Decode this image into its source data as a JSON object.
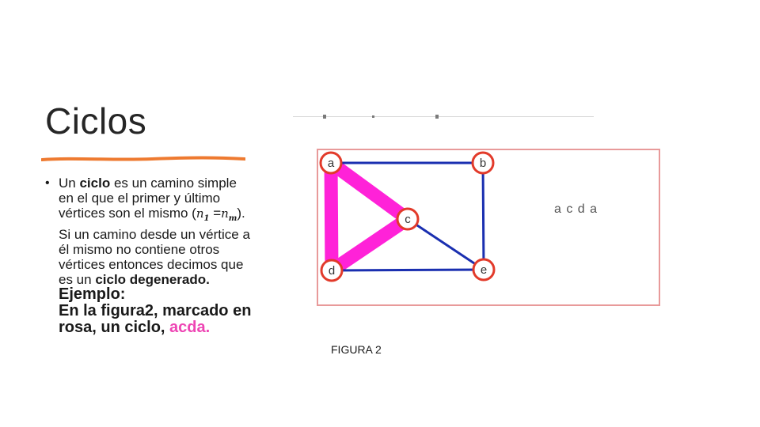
{
  "slide": {
    "title": "Ciclos",
    "accent_color": "#ee7a30",
    "bullet": {
      "p1": "Un ",
      "b1": "ciclo",
      "p2": " es un camino simple en el que el primer y último vértices son el mismo (",
      "m1": "n",
      "m1_sub": "1",
      "m_eq": " =",
      "m2": "n",
      "m2_sub": "m",
      "p3": "). Si un camino desde un vértice a él mismo no contiene otros vértices entonces decimos que es un ",
      "b2": "ciclo degenerado.",
      "b3": " Ejemplo:",
      "b4": "En la figura2, marcado en rosa, un ciclo, ",
      "pink": "acda."
    }
  },
  "figure": {
    "frame_color": "#e89a9a",
    "edge_color": "#1a2fb0",
    "highlight_color": "#ff22d8",
    "node_color": "#e23a2a",
    "nodes": [
      {
        "id": "a",
        "label": "a"
      },
      {
        "id": "b",
        "label": "b"
      },
      {
        "id": "c",
        "label": "c"
      },
      {
        "id": "d",
        "label": "d"
      },
      {
        "id": "e",
        "label": "e"
      }
    ],
    "edges": [
      {
        "from": "a",
        "to": "b",
        "highlighted": false
      },
      {
        "from": "b",
        "to": "e",
        "highlighted": false
      },
      {
        "from": "d",
        "to": "e",
        "highlighted": false
      },
      {
        "from": "c",
        "to": "e",
        "highlighted": false
      },
      {
        "from": "a",
        "to": "c",
        "highlighted": true
      },
      {
        "from": "c",
        "to": "d",
        "highlighted": true
      },
      {
        "from": "d",
        "to": "a",
        "highlighted": true
      }
    ],
    "side_label": "a c d a",
    "caption": "FIGURA 2"
  }
}
